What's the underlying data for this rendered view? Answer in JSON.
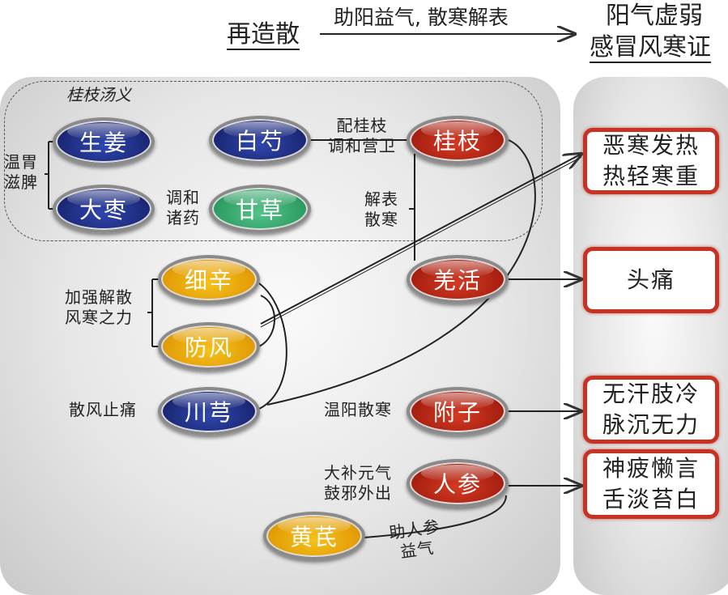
{
  "header": {
    "formula": "再造散",
    "action": "助阳益气, 散寒解表",
    "syndrome_line1": "阳气虚弱",
    "syndrome_line2": "感冒风寒证"
  },
  "group_title": "桂枝汤义",
  "herbs": {
    "shengjiang": "生姜",
    "baishao": "白芍",
    "guizhi": "桂枝",
    "dazao": "大枣",
    "gancao": "甘草",
    "xixin": "细辛",
    "qianghuo": "羌活",
    "fangfeng": "防风",
    "chuanxiong": "川芎",
    "fuzi": "附子",
    "renshen": "人参",
    "huangqi": "黄芪"
  },
  "labels": {
    "wenwei": [
      "温胃",
      "滋脾"
    ],
    "tiaohe_zhuyao": [
      "调和",
      "诸药"
    ],
    "pei_guizhi": [
      "配桂枝",
      "调和营卫"
    ],
    "jiebiao": [
      "解表",
      "散寒"
    ],
    "jiaqiang": [
      "加强解散",
      "风寒之力"
    ],
    "sanfeng": "散风止痛",
    "wenyang": "温阳散寒",
    "dabu": [
      "大补元气",
      "鼓邪外出"
    ],
    "zhurenshen": [
      "助人参",
      "益气"
    ]
  },
  "symptoms": [
    [
      "恶寒发热",
      "热轻寒重"
    ],
    [
      "头痛"
    ],
    [
      "无汗肢冷",
      "脉沉无力"
    ],
    [
      "神疲懒言",
      "舌淡苔白"
    ]
  ],
  "colors": {
    "blue": "#1a2672",
    "red": "#a51e10",
    "green": "#2a9a60",
    "yellow": "#e19a05",
    "border": "#c73222"
  }
}
